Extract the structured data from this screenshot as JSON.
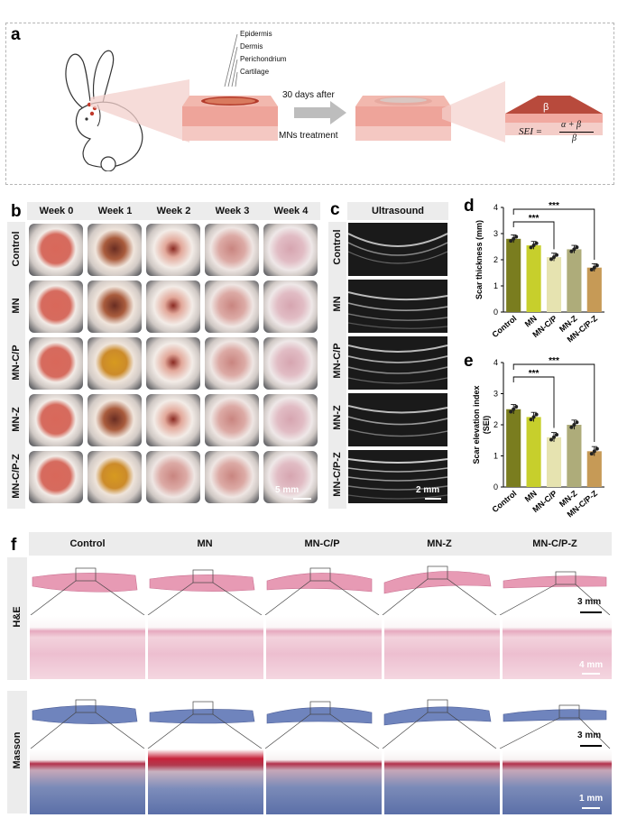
{
  "panels": {
    "a": "a",
    "b": "b",
    "c": "c",
    "d": "d",
    "e": "e",
    "f": "f"
  },
  "panel_a": {
    "layers": [
      "Epidermis",
      "Dermis",
      "Perichondrium",
      "Cartilage"
    ],
    "arrow_text_1": "30 days after",
    "arrow_text_2": "MNs treatment",
    "alpha": "α",
    "beta": "β",
    "formula_lhs": "SEI =",
    "formula_num": "α + β",
    "formula_den": "β"
  },
  "panel_b": {
    "weeks": [
      "Week 0",
      "Week 1",
      "Week 2",
      "Week 3",
      "Week 4"
    ],
    "groups": [
      "Control",
      "MN",
      "MN-C/P",
      "MN-Z",
      "MN-C/P-Z"
    ],
    "scale": "5 mm"
  },
  "panel_c": {
    "title": "Ultrasound",
    "groups": [
      "Control",
      "MN",
      "MN-C/P",
      "MN-Z",
      "MN-C/P-Z"
    ],
    "scale": "2 mm"
  },
  "colors": {
    "control": "#7a7d1f",
    "mn": "#c7cf2c",
    "mncp": "#e6e3b0",
    "mnz": "#aeac7a",
    "mncpz": "#c69a56"
  },
  "chart_data": [
    {
      "type": "bar",
      "categories": [
        "Control",
        "MN",
        "MN-C/P",
        "MN-Z",
        "MN-C/P-Z"
      ],
      "values": [
        2.8,
        2.55,
        2.1,
        2.4,
        1.7
      ],
      "ylabel": "Scar thickness (mm)",
      "ylim": [
        0,
        4
      ],
      "yticks": [
        "0",
        "1",
        "2",
        "3",
        "4"
      ],
      "significance": [
        "***",
        "***"
      ]
    },
    {
      "type": "bar",
      "categories": [
        "Control",
        "MN",
        "MN-C/P",
        "MN-Z",
        "MN-C/P-Z"
      ],
      "values": [
        2.5,
        2.25,
        1.6,
        2.0,
        1.15
      ],
      "ylabel": "Scar elevation index (SEI)",
      "ylim": [
        0,
        4
      ],
      "yticks": [
        "0",
        "1",
        "2",
        "3",
        "4"
      ],
      "significance": [
        "***",
        "***"
      ]
    }
  ],
  "panel_f": {
    "groups": [
      "Control",
      "MN",
      "MN-C/P",
      "MN-Z",
      "MN-C/P-Z"
    ],
    "rows": [
      "H&E",
      "Masson"
    ],
    "scale_big": "3 mm",
    "scale_he_zoom": "4 mm",
    "scale_ms_zoom": "1 mm"
  }
}
